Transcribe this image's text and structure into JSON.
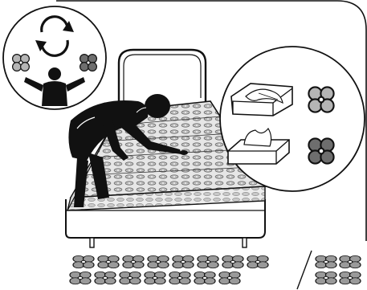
{
  "illustration": {
    "kind": "instruction-manual-drawing",
    "colors": {
      "ink": "#111111",
      "paper": "#ffffff",
      "mesh_light": "#cfcfcf",
      "mesh_dark": "#8a8a8a",
      "pod_light": "#b5b5b5",
      "pod_dark": "#6e6e6e"
    },
    "icons": {
      "rotate": "rotate-arrows-icon",
      "person": "person-icon",
      "pod_cluster": "pocket-spring-cluster-icon",
      "feather_pillow": "feather-cushion-icon",
      "tissue_box": "tissue-box-icon",
      "separator": "slash-separator"
    },
    "bottom_row_left_count": 15,
    "bottom_row_right_count": 4
  }
}
